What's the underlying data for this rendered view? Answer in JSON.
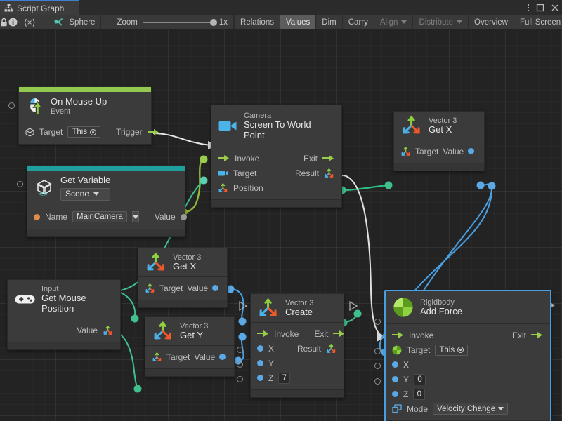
{
  "window": {
    "tab_label": "Script Graph",
    "tab_icon": "script-graph-icon",
    "menu_icon": "kebab-menu-icon",
    "maximize_icon": "maximize-icon",
    "close_icon": "close-icon"
  },
  "toolbar": {
    "lock_icon": "lock-icon",
    "info_icon": "info-icon",
    "code_label": "⟨×⟩",
    "target_label": "Sphere",
    "target_icon": "graph-target-icon",
    "zoom_label": "Zoom",
    "zoom_value": "1x",
    "relations_label": "Relations",
    "values_label": "Values",
    "dim_label": "Dim",
    "carry_label": "Carry",
    "align_label": "Align",
    "distribute_label": "Distribute",
    "overview_label": "Overview",
    "fullscreen_label": "Full Screen"
  },
  "colors": {
    "event_accent": "#93c94e",
    "variable_accent": "#1f9e9e",
    "flow_wire": "#e8e8e8",
    "data_wire_teal": "#3fc08d",
    "data_wire_blue": "#4a9fe0",
    "data_wire_olive": "#94b83c",
    "selection": "#4a9fe0"
  },
  "nodes": [
    {
      "id": "on-mouse-up",
      "subtitle": "On Mouse Up",
      "title": "Event",
      "icon": "mouse-up-icon",
      "ports": [
        {
          "left_label": "Target",
          "left_value": "This",
          "right_label": "Trigger"
        }
      ]
    },
    {
      "id": "get-variable",
      "subtitle": "Get Variable",
      "title": "Scene",
      "icon": "unity-variable-icon",
      "ports": [
        {
          "left_label": "Name",
          "left_value": "MainCamera",
          "right_label": "Value"
        }
      ]
    },
    {
      "id": "screen-to-world-point",
      "subtitle": "Camera",
      "title": "Screen To World Point",
      "icon": "camera-icon",
      "ports": [
        {
          "left_label": "Invoke",
          "right_label": "Exit"
        },
        {
          "left_label": "Target",
          "right_label": "Result"
        },
        {
          "left_label": "Position"
        }
      ]
    },
    {
      "id": "vector3-get-x-top",
      "subtitle": "Vector 3",
      "title": "Get X",
      "icon": "vector3-icon",
      "ports": [
        {
          "left_label": "Target",
          "right_label": "Value"
        }
      ]
    },
    {
      "id": "input-get-mouse-position",
      "subtitle": "Input",
      "title": "Get Mouse Position",
      "icon": "gamepad-icon",
      "ports": [
        {
          "right_label": "Value"
        }
      ]
    },
    {
      "id": "vector3-get-x-mid",
      "subtitle": "Vector 3",
      "title": "Get X",
      "icon": "vector3-icon",
      "ports": [
        {
          "left_label": "Target",
          "right_label": "Value"
        }
      ]
    },
    {
      "id": "vector3-get-y",
      "subtitle": "Vector 3",
      "title": "Get Y",
      "icon": "vector3-icon",
      "ports": [
        {
          "left_label": "Target",
          "right_label": "Value"
        }
      ]
    },
    {
      "id": "vector3-create",
      "subtitle": "Vector 3",
      "title": "Create",
      "icon": "vector3-icon",
      "ports": [
        {
          "left_label": "Invoke",
          "right_label": "Exit"
        },
        {
          "left_label": "X",
          "right_label": "Result"
        },
        {
          "left_label": "Y"
        },
        {
          "left_label": "Z",
          "left_value": "7"
        }
      ]
    },
    {
      "id": "rigidbody-add-force",
      "subtitle": "Rigidbody",
      "title": "Add Force",
      "icon": "rigidbody-icon",
      "selected": true,
      "ports": [
        {
          "left_label": "Invoke",
          "right_label": "Exit"
        },
        {
          "left_label": "Target",
          "left_value": "This"
        },
        {
          "left_label": "X"
        },
        {
          "left_label": "Y",
          "left_value": "0"
        },
        {
          "left_label": "Z",
          "left_value": "0"
        },
        {
          "left_label": "Mode",
          "left_value": "Velocity Change"
        }
      ]
    }
  ]
}
